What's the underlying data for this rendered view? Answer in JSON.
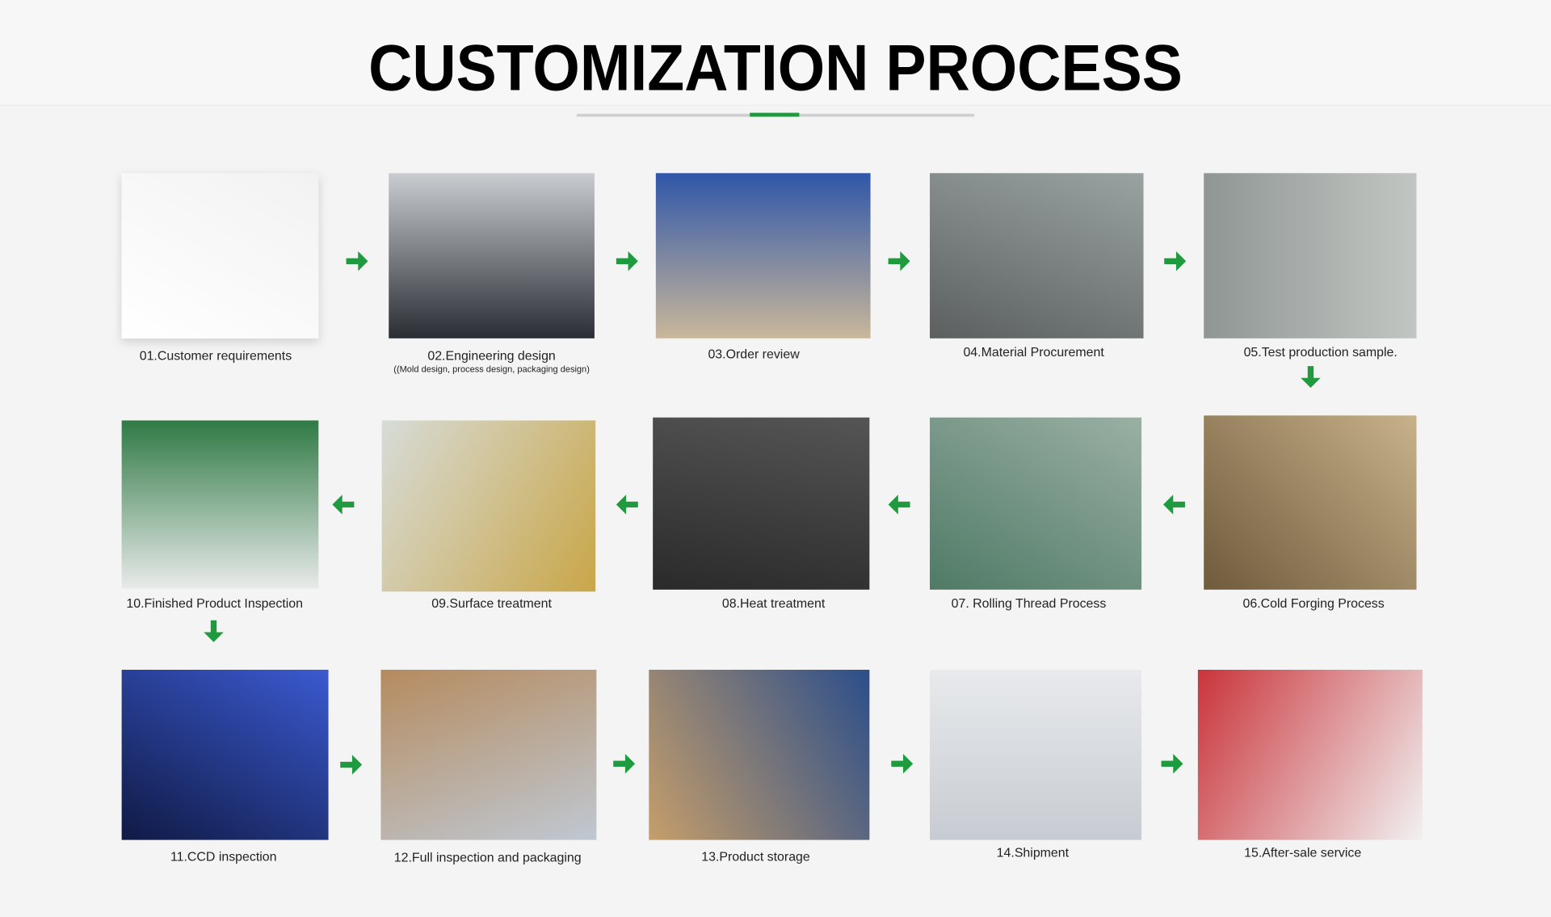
{
  "title": "CUSTOMIZATION PROCESS",
  "accent_color": "#1f9a3f",
  "steps": [
    {
      "label": "01.Customer requirements"
    },
    {
      "label": "02.Engineering design",
      "sublabel": "((Mold design, process design, packaging design)"
    },
    {
      "label": "03.Order review"
    },
    {
      "label": "04.Material Procurement"
    },
    {
      "label": "05.Test production sample."
    },
    {
      "label": "06.Cold Forging Process"
    },
    {
      "label": "07. Rolling Thread Process"
    },
    {
      "label": "08.Heat treatment"
    },
    {
      "label": "09.Surface treatment"
    },
    {
      "label": "10.Finished Product Inspection"
    },
    {
      "label": "11.CCD inspection"
    },
    {
      "label": "12.Full inspection and packaging"
    },
    {
      "label": "13.Product storage"
    },
    {
      "label": "14.Shipment"
    },
    {
      "label": "15.After-sale service"
    }
  ],
  "arrow_icon": "green-arrow"
}
